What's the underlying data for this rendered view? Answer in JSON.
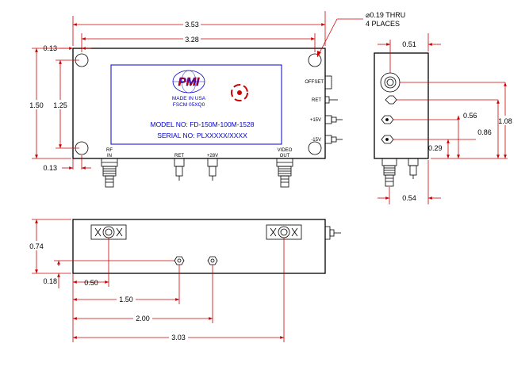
{
  "callout": {
    "hole_line1": "⌀0.19 THRU",
    "hole_line2": "4 PLACES"
  },
  "top_view": {
    "dims": {
      "overall_width": "3.53",
      "hole_spacing_x": "3.28",
      "left_offset_top": "0.13",
      "overall_height": "1.50",
      "hole_spacing_y": "1.25",
      "left_offset_bottom": "0.13"
    },
    "label": {
      "logo": "PMI",
      "made_in": "MADE IN USA",
      "fscm": "FSCM 05XQ0",
      "model": "MODEL NO: FD-150M-100M-1528",
      "serial": "SERIAL NO: PLXXXXX/XXXX"
    },
    "ports": {
      "rf_in_1": "RF",
      "rf_in_2": "IN",
      "ret": "RET",
      "plus28v": "+28V",
      "video_1": "VIDEO",
      "video_2": "OUT"
    }
  },
  "side_view": {
    "labels": {
      "offset": "OFFSET",
      "ret": "RET",
      "p15v": "+15V",
      "m15v": "-15V"
    },
    "dims": {
      "top_width": "0.51",
      "d056": "0.56",
      "d086": "0.86",
      "d108": "1.08",
      "d029": "0.29",
      "bottom_width": "0.54"
    }
  },
  "bottom_view": {
    "dims": {
      "d074": "0.74",
      "d018": "0.18",
      "d050": "0.50",
      "d150": "1.50",
      "d200": "2.00",
      "d303": "3.03"
    }
  }
}
